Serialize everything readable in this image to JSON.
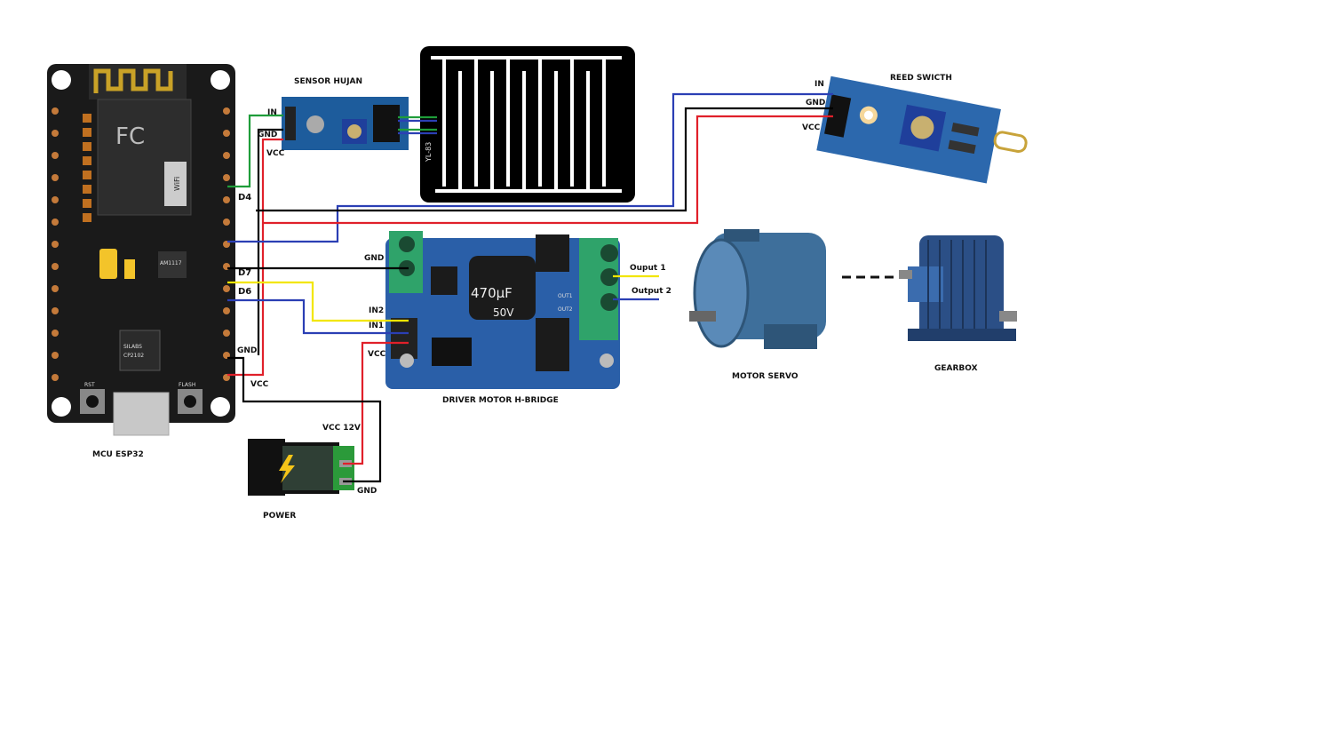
{
  "labels": {
    "mcu": "MCU ESP32",
    "rain_sensor": "SENSOR HUJAN",
    "rain_sensor_in": "IN",
    "rain_sensor_gnd": "GND",
    "rain_sensor_vcc": "VCC",
    "reed_switch": "REED SWICTH",
    "reed_in": "IN",
    "reed_gnd": "GND",
    "reed_vcc": "VCC",
    "pin_d4": "D4",
    "pin_d7": "D7",
    "pin_d6": "D6",
    "mcu_gnd": "GND",
    "mcu_vcc": "VCC",
    "driver": "DRIVER MOTOR H-BRIDGE",
    "driver_gnd": "GND",
    "driver_in2": "IN2",
    "driver_in1": "IN1",
    "driver_vcc": "VCC",
    "output1": "Ouput 1",
    "output2": "Output 2",
    "motor": "MOTOR SERVO",
    "gearbox": "GEARBOX",
    "power": "POWER",
    "power_vcc": "VCC 12V",
    "power_gnd": "GND"
  },
  "board_markings": {
    "rst": "RST",
    "flash": "FLASH",
    "cap_value": "470µF",
    "cap_voltage": "50V",
    "out1": "OUT1",
    "out2": "OUT2",
    "cp2102": "CP2102",
    "silabs": "SILABS",
    "ams": "AM1117",
    "rain_plate": "YL-83",
    "wifi": "WiFi"
  },
  "colors": {
    "green_wire": "#1f9d3a",
    "blue_wire": "#2b3fb4",
    "black_wire": "#000000",
    "red_wire": "#e0202a",
    "yellow_wire": "#f2e600",
    "pcb_black": "#1a1a1a",
    "pcb_blue": "#2a5fa8"
  }
}
